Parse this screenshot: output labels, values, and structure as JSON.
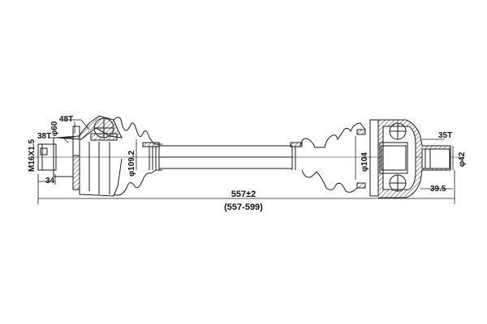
{
  "diagram": {
    "type": "cv-axle-drive-shaft-technical-drawing",
    "line_color": "#1a1a1a",
    "background": "#ffffff",
    "outer_joint": {
      "thread_label": "M16X1.5",
      "spline_label": "38T",
      "abs_ring_label": "48T",
      "diameter_label": "φ60",
      "stub_length_label": "34",
      "boot_diameter_label": "φ109.2"
    },
    "inner_joint": {
      "spline_label": "35T",
      "stub_diameter_label": "φ42",
      "stub_length_label": "39.5",
      "housing_diameter_label": "φ104"
    },
    "overall": {
      "length_label": "557±2",
      "range_label": "(557-599)"
    }
  }
}
